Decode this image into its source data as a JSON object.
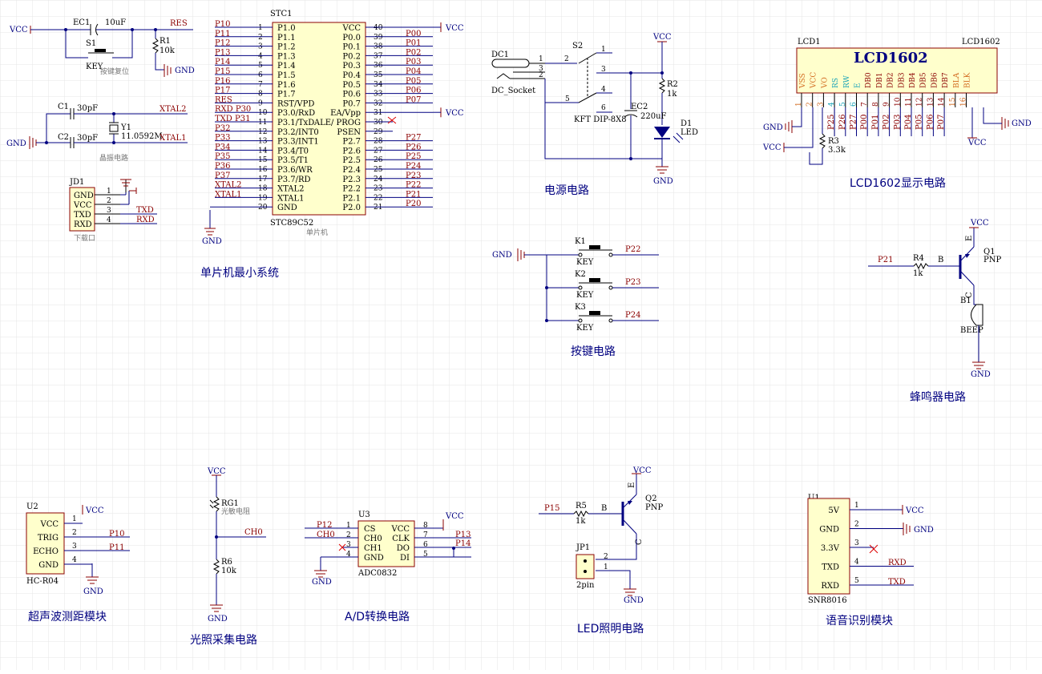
{
  "titles": {
    "mcu_system": "单片机最小系统",
    "power": "电源电路",
    "lcd": "LCD1602显示电路",
    "keys": "按键电路",
    "buzzer": "蜂鸣器电路",
    "ultrasonic": "超声波测距模块",
    "light": "光照采集电路",
    "adc": "A/D转换电路",
    "led_light": "LED照明电路",
    "voice": "语音识别模块"
  },
  "power_labels": {
    "vcc": "VCC",
    "gnd": "GND"
  },
  "reset": {
    "ec1": "EC1",
    "ec1_val": "10uF",
    "s1": "S1",
    "key": "KEY",
    "r1": "R1",
    "r1_val": "10k",
    "res": "RES",
    "caption": "按键复位"
  },
  "crystal": {
    "c1": "C1",
    "c1_val": "30pF",
    "c2": "C2",
    "c2_val": "30pF",
    "y1": "Y1",
    "y1_val": "11.0592M",
    "xtal2": "XTAL2",
    "xtal1": "XTAL1",
    "caption": "晶振电路"
  },
  "jd1": {
    "ref": "JD1",
    "caption": "下载口",
    "pins": [
      "GND",
      "VCC",
      "TXD",
      "RXD"
    ],
    "nums": [
      "1",
      "2",
      "3",
      "4"
    ],
    "nets": [
      "GND",
      "VCC",
      "TXD",
      "RXD"
    ]
  },
  "mcu": {
    "ref": "STC1",
    "part": "STC89C52",
    "caption": "单片机",
    "left_pins": [
      {
        "num": "1",
        "name": "P1.0",
        "net": "P10"
      },
      {
        "num": "2",
        "name": "P1.1",
        "net": "P11"
      },
      {
        "num": "3",
        "name": "P1.2",
        "net": "P12"
      },
      {
        "num": "4",
        "name": "P1.3",
        "net": "P13"
      },
      {
        "num": "5",
        "name": "P1.4",
        "net": "P14"
      },
      {
        "num": "6",
        "name": "P1.5",
        "net": "P15"
      },
      {
        "num": "7",
        "name": "P1.6",
        "net": "P16"
      },
      {
        "num": "8",
        "name": "P1.7",
        "net": "P17"
      },
      {
        "num": "9",
        "name": "RST/VPD",
        "net": "RES"
      },
      {
        "num": "10",
        "name": "P3.0/RxD",
        "net": "RXD P30"
      },
      {
        "num": "11",
        "name": "P3.1/TxD",
        "net": "TXD P31"
      },
      {
        "num": "12",
        "name": "P3.2/INT0",
        "net": "P32"
      },
      {
        "num": "13",
        "name": "P3.3/INT1",
        "net": "P33"
      },
      {
        "num": "14",
        "name": "P3.4/T0",
        "net": "P34"
      },
      {
        "num": "15",
        "name": "P3.5/T1",
        "net": "P35"
      },
      {
        "num": "16",
        "name": "P3.6/WR",
        "net": "P36"
      },
      {
        "num": "17",
        "name": "P3.7/RD",
        "net": "P37"
      },
      {
        "num": "18",
        "name": "XTAL2",
        "net": "XTAL2"
      },
      {
        "num": "19",
        "name": "XTAL1",
        "net": "XTAL1"
      },
      {
        "num": "20",
        "name": "GND",
        "net": ""
      }
    ],
    "right_pins": [
      {
        "num": "40",
        "name": "VCC",
        "net": "VCC"
      },
      {
        "num": "39",
        "name": "P0.0",
        "net": "P00"
      },
      {
        "num": "38",
        "name": "P0.1",
        "net": "P01"
      },
      {
        "num": "37",
        "name": "P0.2",
        "net": "P02"
      },
      {
        "num": "36",
        "name": "P0.3",
        "net": "P03"
      },
      {
        "num": "35",
        "name": "P0.4",
        "net": "P04"
      },
      {
        "num": "34",
        "name": "P0.5",
        "net": "P05"
      },
      {
        "num": "33",
        "name": "P0.6",
        "net": "P06"
      },
      {
        "num": "32",
        "name": "P0.7",
        "net": "P07"
      },
      {
        "num": "31",
        "name": "EA/Vpp",
        "net": "VCC"
      },
      {
        "num": "30",
        "name": "ALE/ PROG",
        "net": ""
      },
      {
        "num": "29",
        "name": "PSEN",
        "net": ""
      },
      {
        "num": "28",
        "name": "P2.7",
        "net": "P27"
      },
      {
        "num": "27",
        "name": "P2.6",
        "net": "P26"
      },
      {
        "num": "26",
        "name": "P2.5",
        "net": "P25"
      },
      {
        "num": "25",
        "name": "P2.4",
        "net": "P24"
      },
      {
        "num": "24",
        "name": "P2.3",
        "net": "P23"
      },
      {
        "num": "23",
        "name": "P2.2",
        "net": "P22"
      },
      {
        "num": "22",
        "name": "P2.1",
        "net": "P21"
      },
      {
        "num": "21",
        "name": "P2.0",
        "net": "P20"
      }
    ]
  },
  "power_circuit": {
    "dc1": "DC1",
    "dc_socket": "DC_Socket",
    "dc_pins": [
      "1",
      "3",
      "2"
    ],
    "s2": "S2",
    "s2_pins": [
      "2",
      "1",
      "3",
      "4",
      "5",
      "6"
    ],
    "switch_part": "KFT DIP-8X8",
    "r2": "R2",
    "r2_val": "1k",
    "ec2": "EC2",
    "ec2_val": "220uF",
    "d1": "D1",
    "led": "LED"
  },
  "lcd_circuit": {
    "ref": "LCD1",
    "part": "LCD1602",
    "title": "LCD1602",
    "pins": [
      "VSS",
      "VCC",
      "VO",
      "RS",
      "RW",
      "E",
      "DB0",
      "DB1",
      "DB2",
      "DB3",
      "DB4",
      "DB5",
      "DB6",
      "DB7",
      "BLA",
      "BLK"
    ],
    "nums": [
      "1",
      "2",
      "3",
      "4",
      "5",
      "6",
      "7",
      "8",
      "9",
      "10",
      "11",
      "12",
      "13",
      "14",
      "15",
      "16"
    ],
    "nets": [
      "P25",
      "P26",
      "P27",
      "P00",
      "P01",
      "P02",
      "P03",
      "P04",
      "P05",
      "P06",
      "P07"
    ],
    "r3": "R3",
    "r3_val": "3.3k"
  },
  "keys_circuit": {
    "keys": [
      {
        "ref": "K1",
        "label": "KEY",
        "net": "P22"
      },
      {
        "ref": "K2",
        "label": "KEY",
        "net": "P23"
      },
      {
        "ref": "K3",
        "label": "KEY",
        "net": "P24"
      }
    ]
  },
  "buzzer_circuit": {
    "net": "P21",
    "r4": "R4",
    "r4_val": "1k",
    "b": "B",
    "q1": "Q1",
    "pnp": "PNP",
    "e": "E",
    "c": "C",
    "b1": "B1",
    "beep": "BEEP"
  },
  "ultrasonic_circuit": {
    "ref": "U2",
    "part": "HC-R04",
    "pins": [
      "VCC",
      "TRIG",
      "ECHO",
      "GND"
    ],
    "nums": [
      "1",
      "2",
      "3",
      "4"
    ],
    "nets": [
      "P10",
      "P11"
    ]
  },
  "light_circuit": {
    "rg1": "RG1",
    "rg1_val": "光敏电阻",
    "ch0": "CH0",
    "r6": "R6",
    "r6_val": "10k"
  },
  "adc_circuit": {
    "ref": "U3",
    "part": "ADC0832",
    "left_pins": [
      "CS",
      "CH0",
      "CH1",
      "GND"
    ],
    "left_nums": [
      "1",
      "2",
      "3",
      "4"
    ],
    "right_pins": [
      "VCC",
      "CLK",
      "DO",
      "DI"
    ],
    "right_nums": [
      "8",
      "7",
      "6",
      "5"
    ],
    "nets": [
      "P12",
      "CH0",
      "P13",
      "P14"
    ]
  },
  "led_circuit": {
    "net": "P15",
    "r5": "R5",
    "r5_val": "1k",
    "b": "B",
    "q2": "Q2",
    "pnp": "PNP",
    "e": "E",
    "c": "C",
    "jp1": "JP1",
    "jp1_val": "2pin",
    "pins": [
      "2",
      "1"
    ]
  },
  "voice_circuit": {
    "ref": "U1",
    "part": "SNR8016",
    "pins": [
      "5V",
      "GND",
      "3.3V",
      "TXD",
      "RXD"
    ],
    "nums": [
      "1",
      "2",
      "3",
      "4",
      "5"
    ],
    "nets": [
      "RXD",
      "TXD"
    ]
  }
}
